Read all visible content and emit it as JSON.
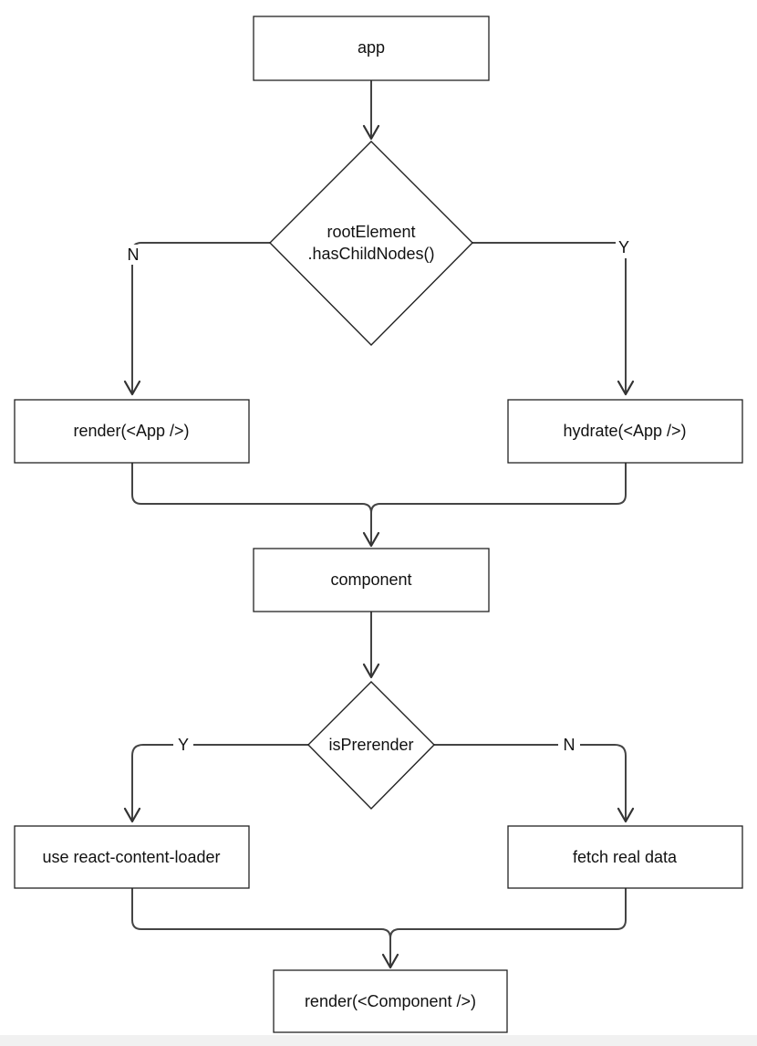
{
  "diagram": {
    "nodes": {
      "app": "app",
      "root_check_line1": "rootElement",
      "root_check_line2": ".hasChildNodes()",
      "render_app": "render(<App />)",
      "hydrate_app": "hydrate(<App />)",
      "component": "component",
      "is_prerender": "isPrerender",
      "use_loader": "use react-content-loader",
      "fetch_data": "fetch real data",
      "render_component": "render(<Component />)"
    },
    "edge_labels": {
      "root_no": "N",
      "root_yes": "Y",
      "prerender_yes": "Y",
      "prerender_no": "N"
    },
    "colors": {
      "stroke": "#222222",
      "edge": "#444444",
      "text": "#111111",
      "background": "#ffffff"
    }
  }
}
